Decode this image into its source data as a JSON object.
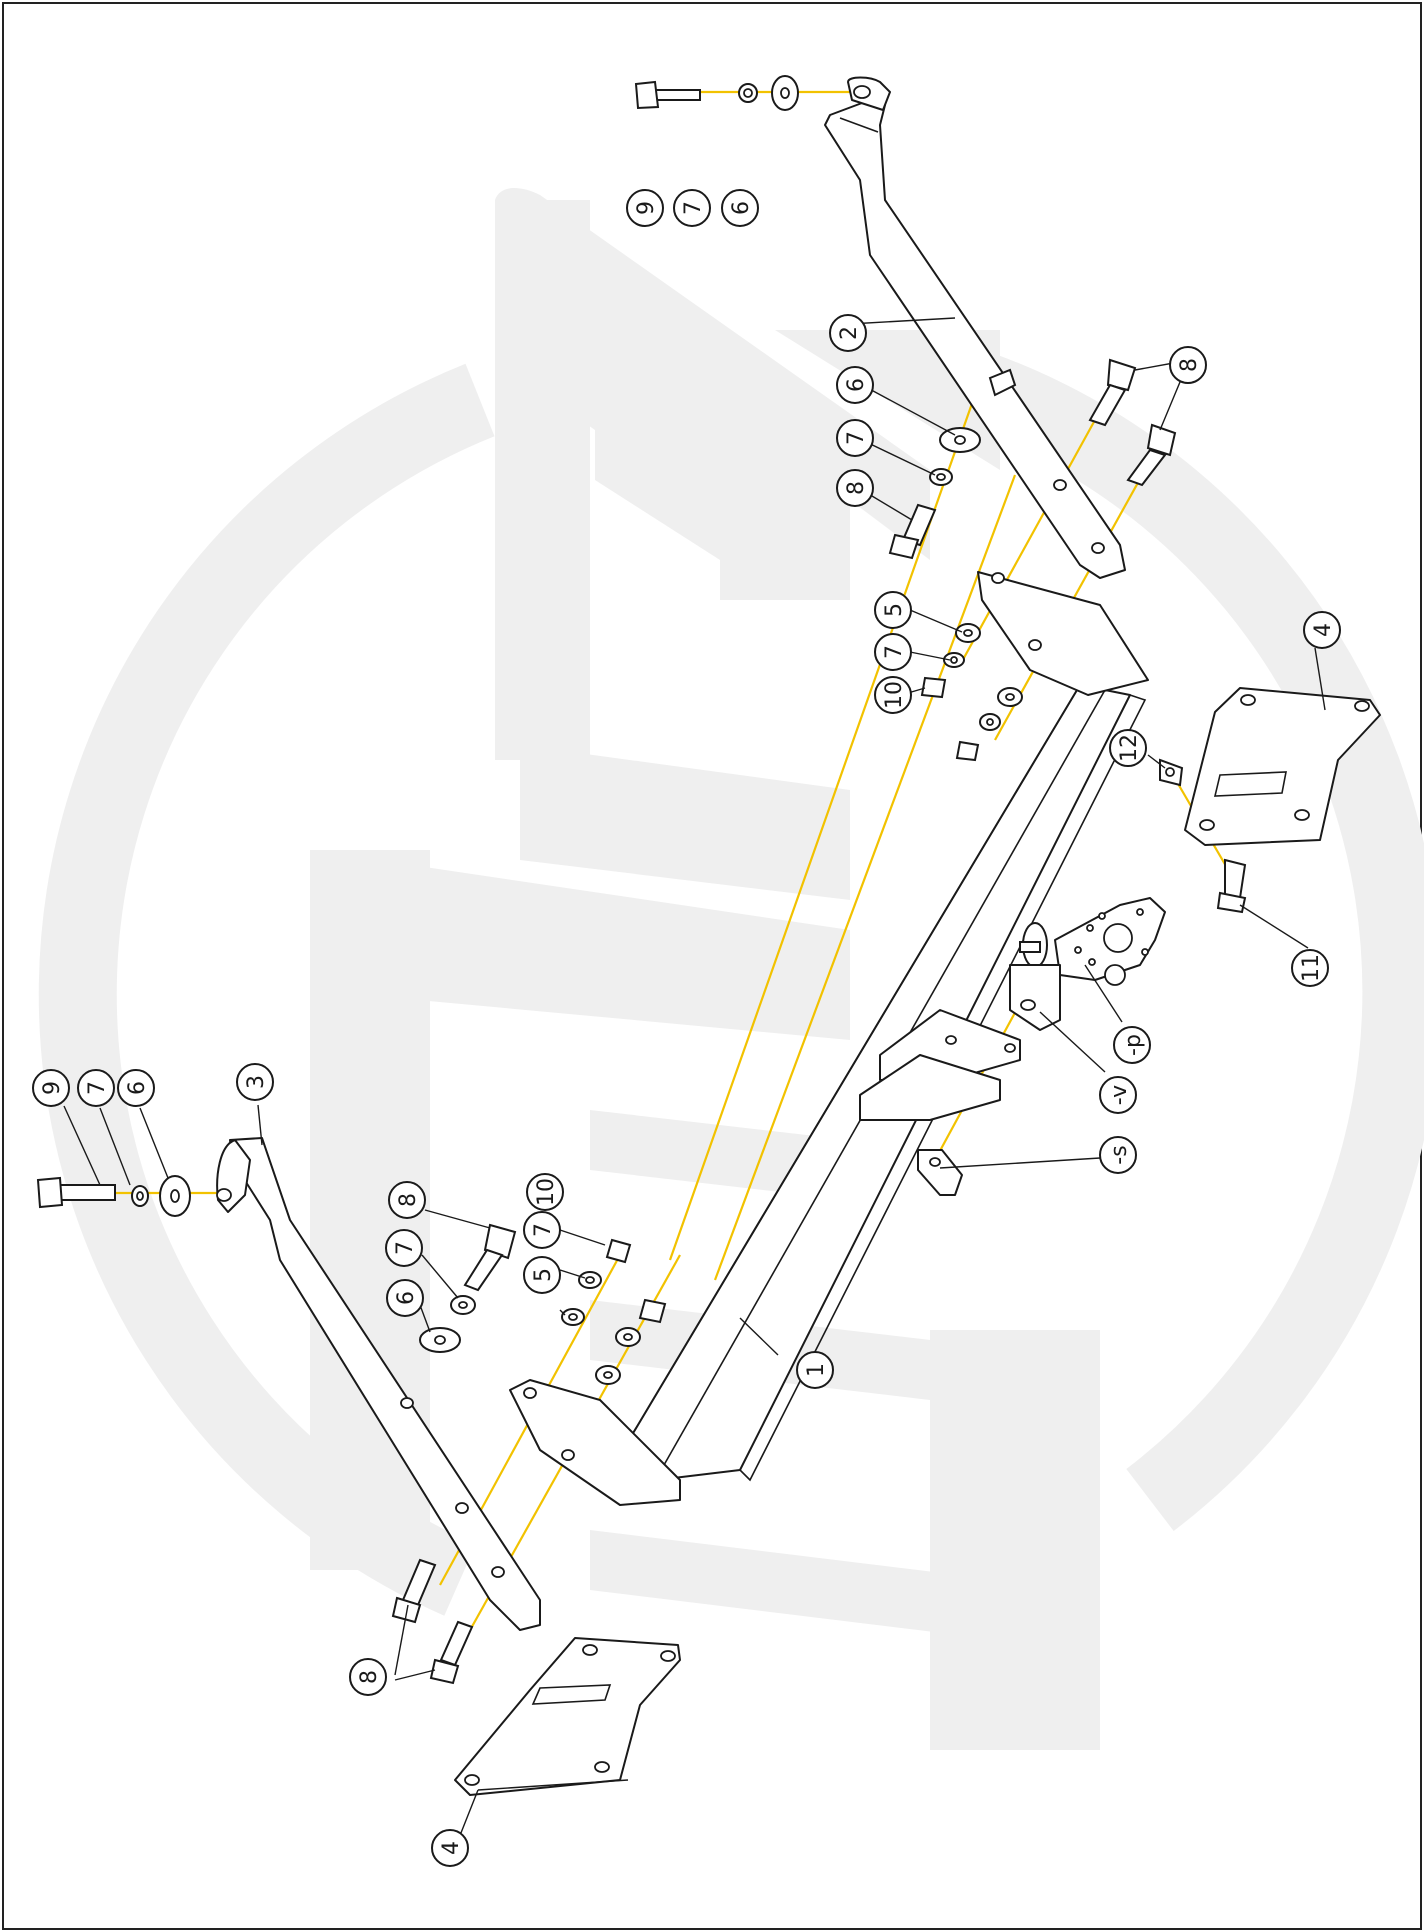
{
  "diagram": {
    "colors": {
      "axis_line": "#f2c200",
      "line": "#1a1a1a",
      "watermark": "#efefef",
      "frame": "#222222"
    },
    "callouts": {
      "c1": "1",
      "c2": "2",
      "c3": "3",
      "c4a": "4",
      "c4b": "4",
      "c5a": "5",
      "c5b": "5",
      "c6a": "6",
      "c6b": "6",
      "c6c": "6",
      "c6d": "6",
      "c7a": "7",
      "c7b": "7",
      "c7c": "7",
      "c7d": "7",
      "c7e": "7",
      "c8a": "8",
      "c8b": "8",
      "c8c": "8",
      "c8d": "8",
      "c9a": "9",
      "c9b": "9",
      "c10a": "10",
      "c10b": "10",
      "c11": "11",
      "c12": "12",
      "cp": "-p",
      "cv": "-v",
      "cs": "-s"
    }
  }
}
